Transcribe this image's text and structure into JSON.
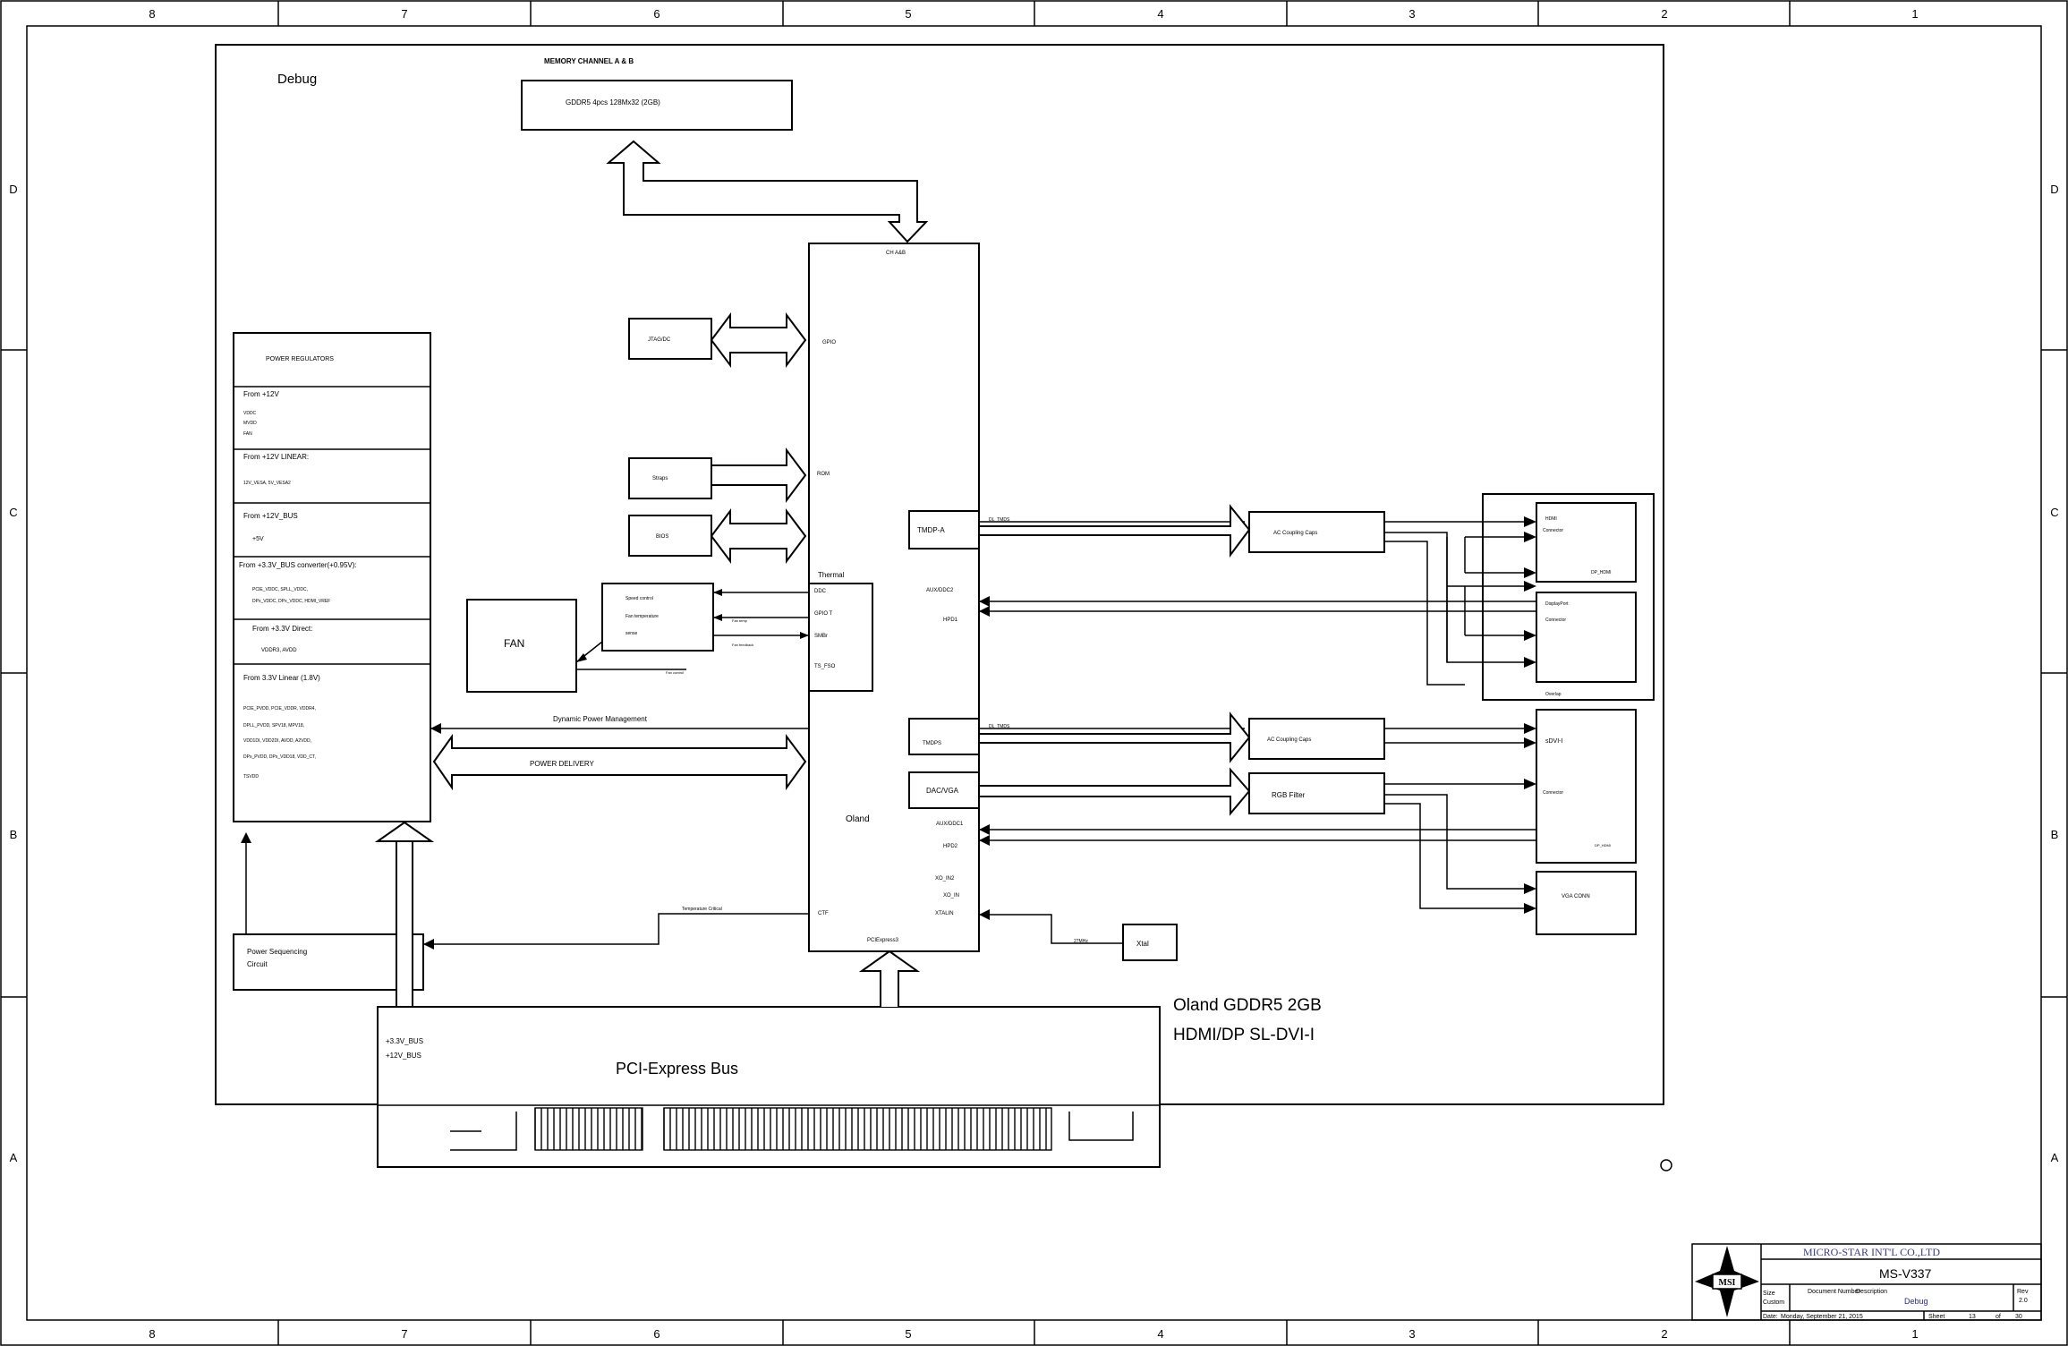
{
  "frame": {
    "columns": [
      "8",
      "7",
      "6",
      "5",
      "4",
      "3",
      "2",
      "1"
    ],
    "rows": [
      "D",
      "C",
      "B",
      "A"
    ]
  },
  "page_title": "Debug",
  "memory": {
    "channel_label": "MEMORY CHANNEL A & B",
    "chip_label": "GDDR5 4pcs 128Mx32 (2GB)"
  },
  "gpu": {
    "name": "Oland",
    "ports": {
      "ch_a_b": "CH A&B",
      "gpio": "GPIO",
      "rom": "ROM",
      "tmdp_a": "TMDP-A",
      "aux_ddc2": "AUX/DDC2",
      "hpd1": "HPD1",
      "tmdps": "TMDPS",
      "dac_vga": "DAC/VGA",
      "aux_ddc1": "AUX/DDC1",
      "hpd2": "HPD2",
      "xo_in2": "XO_IN2",
      "xo_in": "XO_IN",
      "xtalin": "XTALIN",
      "ctf": "CTF",
      "pci_express": "PCIExpress3"
    },
    "thermal": {
      "title": "Thermal",
      "ddc": "DDC",
      "gpio_t": "GPIO T",
      "smb": "SMBr",
      "ts_fso": "TS_FSO"
    }
  },
  "left_blocks": {
    "jtag": "JTAG/DC",
    "straps": "Straps",
    "bios": "BIOS"
  },
  "fan": {
    "label": "FAN",
    "controller_lines": [
      "Speed control",
      "Fan temperature",
      "sense"
    ],
    "signal_1": "Fan temp",
    "signal_2": "Fan feedback",
    "signal_3": "Fan control"
  },
  "power_regulators": {
    "title": "POWER REGULATORS",
    "sections": [
      {
        "head": "From +12V",
        "lines": [
          "VDDC",
          "MVDD",
          "FAN"
        ]
      },
      {
        "head": "From +12V LINEAR:",
        "lines": [
          "12V_VESA, 5V_VESA2"
        ]
      },
      {
        "head": "From +12V_BUS",
        "lines": [
          "+5V"
        ]
      },
      {
        "head": "From +3.3V_BUS converter(+0.95V):",
        "lines": [
          "PCIE_VDDC, SPLL_VDDC,",
          "DPx_VDDC, DPx_VDDC, HDMI_VREF"
        ]
      },
      {
        "head": "From +3.3V Direct:",
        "lines": [
          "VDDR3, AVDD"
        ]
      },
      {
        "head": "From 3.3V Linear (1.8V)",
        "lines": [
          "PCIE_PVDD, PCIE_VDDR, VDDR4,",
          "DPLL_PVDD, SPV18, MPV18,",
          "VDD1DI, VDD2DI, AVDD, A2VDD,",
          "DPx_PVDD, DPx_VDD18, VDD_CT,",
          "TSVDD"
        ]
      }
    ],
    "dynamic_pm": "Dynamic Power Management",
    "power_delivery": "POWER DELIVERY"
  },
  "power_sequencing": {
    "line1": "Power Sequencing",
    "line2": "Circuit",
    "temp_signal": "Temperature Critical"
  },
  "pcie": {
    "title": "PCI-Express Bus",
    "rail1": "+3.3V_BUS",
    "rail2": "+12V_BUS"
  },
  "product": {
    "line1": "Oland GDDR5 2GB",
    "line2": "HDMI/DP SL-DVI-I"
  },
  "outputs": {
    "hdmi_signal": "DL_TMDS",
    "dvi_signal": "DL_TMDS",
    "ac_coupling_1": "AC Coupling Caps",
    "ac_coupling_2": "AC Coupling Caps",
    "rgb_filter": "RGB Filter",
    "hdmi_connector": [
      "HDMI",
      "Connector"
    ],
    "hdmi_sub": "DP_HDMI",
    "dp_connector": [
      "DisplayPort",
      "Connector"
    ],
    "overlap": "Overlap",
    "dvi_connector_title": "sDVI-I",
    "dvi_connector_label": "Connector",
    "dvi_sub": "DP_HDMI",
    "vga_conn": "VGA CONN",
    "xtal": "Xtal",
    "xtal_signal": "27MHz"
  },
  "title_block": {
    "company": "MICRO-STAR INT'L CO.,LTD",
    "model": "MS-V337",
    "logo_text": "MSI",
    "size_label": "Size",
    "size_value": "Custom",
    "document_label": "Document Number",
    "document_value": "Description",
    "title_value": "Debug",
    "rev_label": "Rev",
    "rev_value": "2.0",
    "date_label": "Date:",
    "date_value": "Monday, September 21, 2015",
    "sheet_label": "Sheet",
    "sheet_value": "13",
    "of_label": "of",
    "of_value": "30"
  }
}
